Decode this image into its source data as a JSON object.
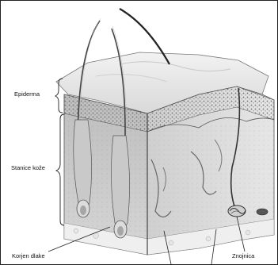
{
  "labels": {
    "epidermis": "Epiderma",
    "skin_cells": "Stanice kože",
    "hair_root": "Korjen dlake",
    "sweat_gland": "Znojnica"
  }
}
